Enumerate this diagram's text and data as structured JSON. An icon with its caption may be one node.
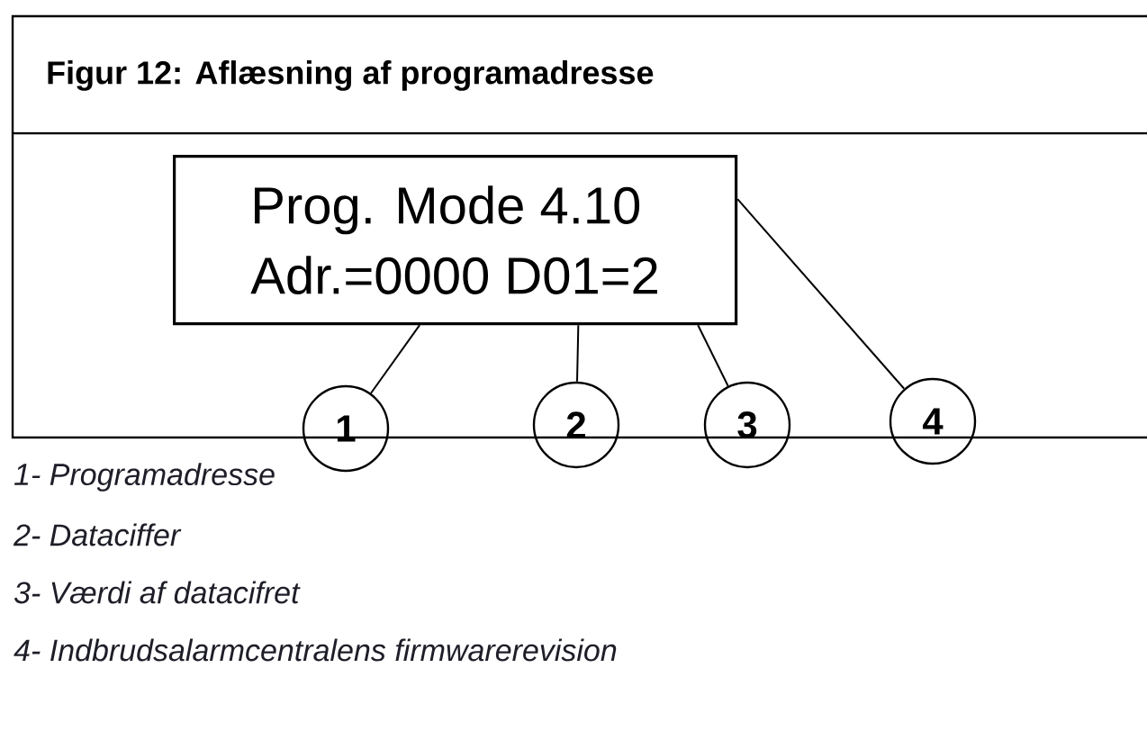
{
  "diagram": {
    "title": "Figur 12:  Aflæsning af programadresse",
    "nodes": [
      {
        "text": [
          "Prog.  Mode  4.10",
          "Adr.=0000  D01=2"
        ]
      },
      {
        "text": [
          "1"
        ]
      },
      {
        "text": [
          "2"
        ]
      },
      {
        "text": [
          "3"
        ]
      },
      {
        "text": [
          "4"
        ]
      }
    ],
    "edges": [
      {
        "from": 1,
        "to": 0,
        "arrow": "none"
      },
      {
        "from": 2,
        "to": 0,
        "arrow": "none"
      },
      {
        "from": 3,
        "to": 0,
        "arrow": "none"
      },
      {
        "from": 4,
        "to": 0,
        "arrow": "none"
      }
    ],
    "labels": [
      "1- Programadresse",
      "2- Dataciffer",
      "3- Værdi af datacifret",
      "4- Indbrudsalarmcentralens firmwarerevision"
    ]
  }
}
